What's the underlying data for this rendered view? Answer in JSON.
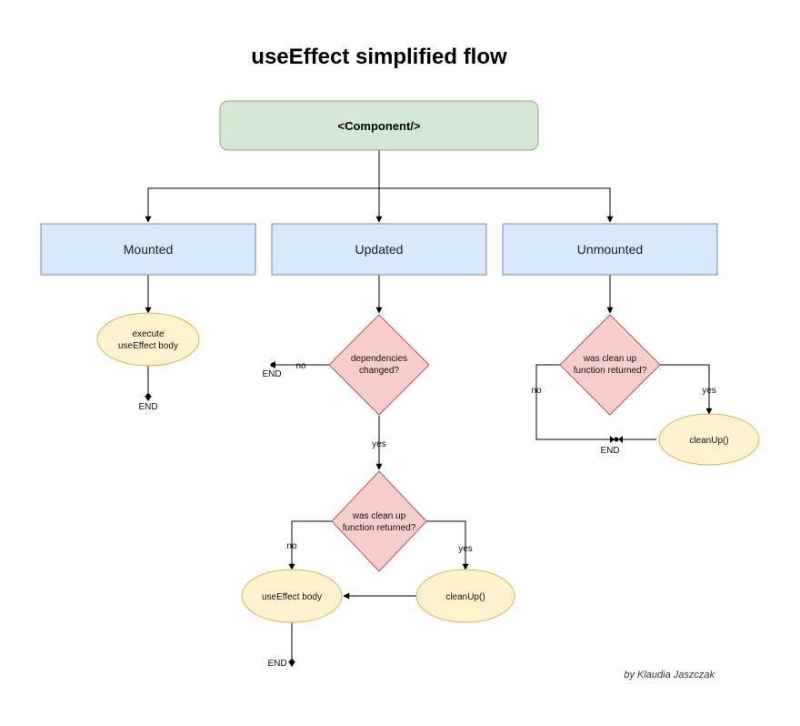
{
  "title": "useEffect simplified flow",
  "author": "by Klaudia Jaszczak",
  "colors": {
    "component_fill": "#d5e8d4",
    "component_stroke": "#82b366",
    "state_fill": "#dae8fc",
    "state_stroke": "#6c8ebf",
    "decision_fill": "#f8cecc",
    "decision_stroke": "#b85450",
    "action_fill": "#fff2cc",
    "action_stroke": "#d6b656"
  },
  "nodes": {
    "component": "<Component/>",
    "mounted": "Mounted",
    "updated": "Updated",
    "unmounted": "Unmounted",
    "execute_body": [
      "execute",
      "useEffect body"
    ],
    "deps_changed": [
      "dependencies",
      "changed?"
    ],
    "cleanup_q_updated": [
      "was clean up",
      "function returned?"
    ],
    "cleanup_q_unmounted": [
      "was clean up",
      "function returned?"
    ],
    "effect_body": "useEffect body",
    "cleanup_updated": "cleanUp()",
    "cleanup_unmounted": "cleanUp()"
  },
  "edge_labels": {
    "no": "no",
    "yes": "yes",
    "end": "END"
  }
}
